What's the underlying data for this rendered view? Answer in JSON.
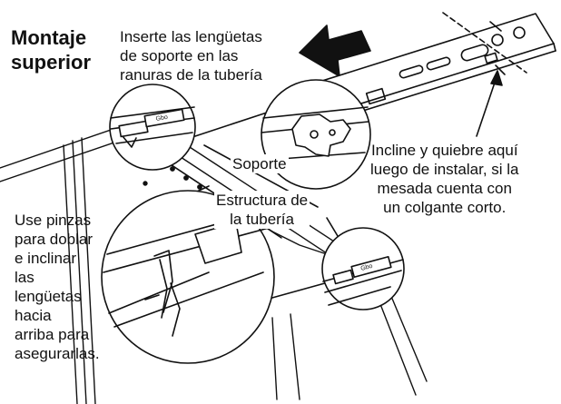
{
  "title": {
    "lines": [
      "Montaje",
      "superior"
    ]
  },
  "labels": {
    "insert_tabs": [
      "Inserte las lengüetas",
      "de soporte en las",
      "ranuras de la tubería"
    ],
    "support": "Soporte",
    "pipe_structure": [
      "Estructura de",
      "la tubería"
    ],
    "tilt_break": [
      "Incline y quiebre aquí",
      "luego de instalar, si la",
      "mesada cuenta con",
      "un colgante corto."
    ],
    "pliers": [
      "Use pinzas",
      "para doblar",
      "e inclinar",
      "las",
      "lengüetas",
      "hacia",
      "arriba para",
      "asegurarlas."
    ]
  },
  "colors": {
    "line": "#111111",
    "background": "#ffffff"
  }
}
